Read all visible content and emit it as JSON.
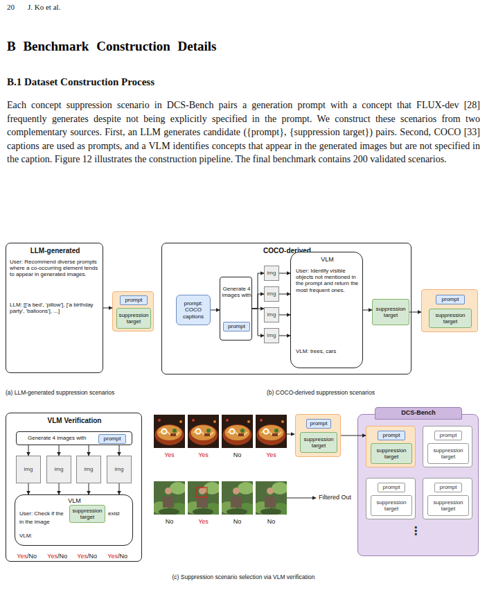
{
  "diagram": {
    "title": "B Benchmark Construction Details",
    "nodes": [
      {
        "text": [
          "LLM-generated",
          "User: Recommend diverse prompts where a co-occurring element tends to appear in generated images.",
          "LLM: [['a bed', 'pillow'], ['a birthday party', 'balloons'], ...]"
        ]
      },
      {
        "text": []
      },
      {
        "text": [
          "prompt"
        ],
        "in": 1
      },
      {
        "text": [
          "suppression target"
        ],
        "in": 1
      },
      {
        "text": [
          "COCO-derived"
        ]
      },
      {
        "text": [
          "prompt: COCO captions"
        ],
        "in": 4
      },
      {
        "text": [
          "Generate 4 images with"
        ],
        "in": 4
      },
      {
        "text": [
          "prompt"
        ],
        "in": 6
      },
      {
        "text": [
          "img"
        ],
        "in": 4
      },
      {
        "text": [
          "img"
        ],
        "in": 4
      },
      {
        "text": [
          "img"
        ],
        "in": 4
      },
      {
        "text": [
          "img"
        ],
        "in": 4
      },
      {
        "text": [
          "VLM",
          "User: Identify visible objects not mentioned in the prompt and return the most frequent ones.",
          "VLM: trees, cars"
        ],
        "in": 4
      },
      {
        "text": [
          "suppression target"
        ],
        "in": 4
      },
      {
        "text": []
      },
      {
        "text": [
          "prompt"
        ],
        "in": 14
      },
      {
        "text": [
          "suppression target"
        ],
        "in": 14
      },
      {
        "text": [
          "VLM Verification"
        ]
      },
      {
        "text": [
          "Generate 4 images with"
        ],
        "in": 17
      },
      {
        "text": [
          "prompt"
        ],
        "in": 18
      },
      {
        "text": [
          "img"
        ],
        "in": 17
      },
      {
        "text": [
          "img"
        ],
        "in": 17
      },
      {
        "text": [
          "img"
        ],
        "in": 17
      },
      {
        "text": [
          "img"
        ],
        "in": 17
      },
      {
        "text": [
          "VLM",
          "User: Check if the",
          "exist",
          "in the image",
          "VLM:"
        ],
        "in": 17
      },
      {
        "text": [
          "suppression target"
        ],
        "in": 24
      },
      {
        "text": []
      },
      {
        "text": [
          "prompt"
        ],
        "in": 26
      },
      {
        "text": [
          "suppression target"
        ],
        "in": 26
      },
      {
        "text": [
          "DCS-Bench"
        ]
      },
      {
        "text": [],
        "in": 29
      },
      {
        "text": [
          "prompt"
        ],
        "in": 30
      },
      {
        "text": [
          "suppression target"
        ],
        "in": 30
      },
      {
        "text": [],
        "in": 29
      },
      {
        "text": [
          "prompt"
        ],
        "in": 33
      },
      {
        "text": [
          "suppression target"
        ],
        "in": 33
      },
      {
        "text": [],
        "in": 29
      },
      {
        "text": [
          "prompt"
        ],
        "in": 36
      },
      {
        "text": [
          "suppression target"
        ],
        "in": 36
      },
      {
        "text": [],
        "in": 29
      },
      {
        "text": [
          "prompt"
        ],
        "in": 39
      },
      {
        "text": [
          "suppression target"
        ],
        "in": 39
      }
    ],
    "edges": [
      {
        "from": 0,
        "to": 1,
        "arrow": "to"
      },
      {
        "from": 5,
        "to": 6,
        "arrow": "to"
      },
      {
        "from": 6,
        "to": 8,
        "arrow": "to"
      },
      {
        "from": 6,
        "to": 9,
        "arrow": "to"
      },
      {
        "from": 6,
        "to": 10,
        "arrow": "to"
      },
      {
        "from": 6,
        "to": 11,
        "arrow": "to"
      },
      {
        "from": 8,
        "to": 12,
        "arrow": "to"
      },
      {
        "from": 9,
        "to": 12,
        "arrow": "to"
      },
      {
        "from": 10,
        "to": 12,
        "arrow": "to"
      },
      {
        "from": 11,
        "to": 12,
        "arrow": "to"
      },
      {
        "from": 12,
        "to": 13,
        "arrow": "to"
      },
      {
        "from": 13,
        "to": 14,
        "arrow": "to"
      },
      {
        "from": 18,
        "to": 20,
        "arrow": "to"
      },
      {
        "from": 18,
        "to": 21,
        "arrow": "to"
      },
      {
        "from": 18,
        "to": 22,
        "arrow": "to"
      },
      {
        "from": 18,
        "to": 23,
        "arrow": "to"
      },
      {
        "from": 20,
        "to": 24,
        "arrow": "to"
      },
      {
        "from": 21,
        "to": 24,
        "arrow": "to"
      },
      {
        "from": 22,
        "to": 24,
        "arrow": "to"
      },
      {
        "from": 23,
        "to": 24,
        "arrow": "to"
      },
      {
        "from": 26,
        "to": 30,
        "arrow": "to"
      }
    ],
    "labels": [
      "20",
      "J. Ko et al.",
      "B.1 Dataset Construction Process",
      "Each concept suppression scenario in DCS-Bench pairs a generation prompt with a concept that FLUX-dev [28] frequently generates despite not being explicitly specified in the prompt. We construct these scenarios from two complementary sources. First, an LLM generates candidate ({prompt}, {suppression target}) pairs. Second, COCO [33] captions are used as prompts, and a VLM identifies concepts that appear in the generated images but are not specified in the caption. Figure 12 illustrates the construction pipeline. The final benchmark contains 200 validated scenarios.",
      "(a) LLM-generated suppression scenarios",
      "(b) COCO-derived suppression scenarios",
      "Yes",
      "/No",
      "Yes",
      "/No",
      "Yes",
      "/No",
      "Yes",
      "/No",
      "Yes",
      "Yes",
      "No",
      "Yes",
      "Filtered Out",
      "No",
      "Yes",
      "No",
      "No",
      "⋮",
      "(c) Suppression scenario selection via VLM verification"
    ]
  }
}
